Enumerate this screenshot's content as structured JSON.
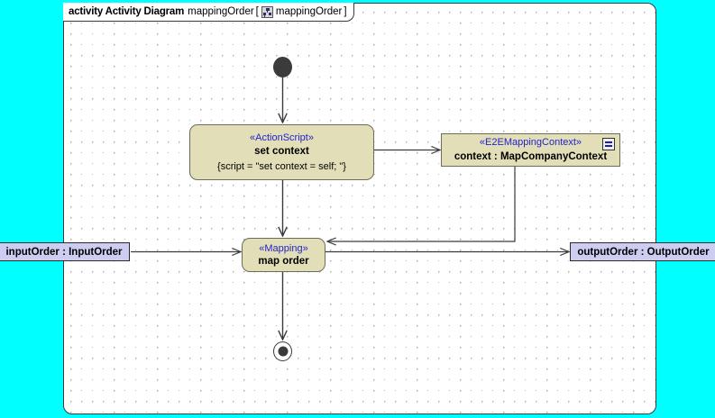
{
  "canvas": {
    "background_color": "#00FFFF",
    "frame_background": "#FFFFFF",
    "grid": "dotted"
  },
  "frame": {
    "kind_label": "activity Activity Diagram",
    "diagram_name": "mappingOrder",
    "bracket_open": "[",
    "bracket_close": "]",
    "qualifier_name": "mappingOrder",
    "icon": "activity-diagram-icon"
  },
  "palette": {
    "node_fill": "#E2DFB8",
    "node_border": "#6D6D55",
    "pin_fill": "#CDCDF2",
    "stereotype_color": "#2222CC",
    "edge_color": "#3B3B3B",
    "control_node_color": "#3B3B3B"
  },
  "nodes": {
    "initial": {
      "name": "initial-node",
      "type": "initial"
    },
    "set_context": {
      "name": "set context",
      "stereotype": "«ActionScript»",
      "script": "{script = \"set context = self; \"}",
      "type": "action"
    },
    "context_object": {
      "name": "context : MapCompanyContext",
      "stereotype": "«E2EMappingContext»",
      "icon": "list-lines-icon",
      "type": "object-node"
    },
    "map_order": {
      "name": "map order",
      "stereotype": "«Mapping»",
      "type": "action"
    },
    "final": {
      "name": "final-node",
      "type": "activity-final"
    }
  },
  "pins": {
    "input": {
      "label": "inputOrder : InputOrder"
    },
    "output": {
      "label": "outputOrder : OutputOrder"
    }
  },
  "edges": [
    {
      "name": "initial-to-set-context",
      "from": "initial",
      "to": "set_context"
    },
    {
      "name": "set-context-to-context-object",
      "from": "set_context",
      "to": "context_object"
    },
    {
      "name": "set-context-to-map-order",
      "from": "set_context",
      "to": "map_order"
    },
    {
      "name": "context-object-to-map-order",
      "from": "context_object",
      "to": "map_order"
    },
    {
      "name": "input-pin-to-map-order",
      "from": "input_pin",
      "to": "map_order"
    },
    {
      "name": "map-order-to-output-pin",
      "from": "map_order",
      "to": "output_pin"
    },
    {
      "name": "map-order-to-final",
      "from": "map_order",
      "to": "final"
    }
  ]
}
